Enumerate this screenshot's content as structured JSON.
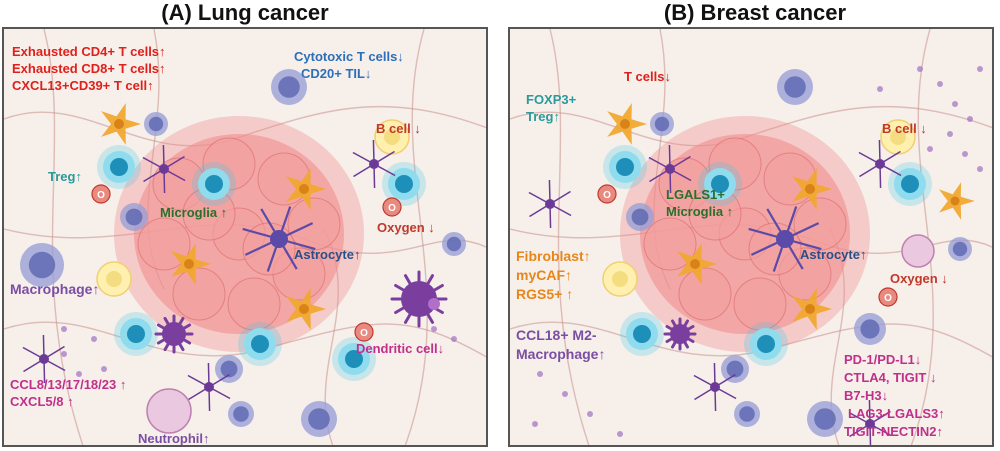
{
  "panels": {
    "lung": {
      "title": "(A) Lung cancer",
      "labels": {
        "exhausted": [
          "Exhausted CD4+ T cells↑",
          "Exhausted CD8+ T cells↑",
          "CXCL13+CD39+ T cell↑"
        ],
        "cytotoxic": [
          "Cytotoxic T cells↓",
          "CD20+ TIL↓"
        ],
        "b_cell": "B cell ↓",
        "treg": "Treg↑",
        "microglia": "Microglia ↑",
        "astrocyte": "Astrocyte↑",
        "oxygen": "Oxygen ↓",
        "macrophage": "Macrophage↑",
        "dendritic": "Dendritic cell↓",
        "chemokines": [
          "CCL8/13/17/18/23 ↑",
          "CXCL5/8 ↑"
        ],
        "neutrophil": "Neutrophil↑",
        "o_symbol": "O"
      }
    },
    "breast": {
      "title": "(B) Breast cancer",
      "labels": {
        "t_cells": "T cells↓",
        "foxp3": [
          "FOXP3+",
          "Treg↑"
        ],
        "b_cell": "B cell ↓",
        "lgals1": [
          "LGALS1+",
          "Microglia ↑"
        ],
        "fibroblast": [
          "Fibroblast↑",
          "myCAF↑",
          "RGS5+ ↑"
        ],
        "astrocyte": "Astrocyte↑",
        "oxygen": "Oxygen ↓",
        "ccl18": [
          "CCL18+ M2-",
          "Macrophage↑"
        ],
        "checkpoints": [
          "PD-1/PD-L1↓",
          "CTLA4, TIGIT ↓",
          "B7-H3↓",
          "LAG3-LGALS3↑",
          "TIGIT-NECTIN2↑"
        ],
        "o_symbol": "O"
      }
    }
  },
  "colors": {
    "tumor": "#f08a8a",
    "astrocyte": "#5b4aa8",
    "microglia": "#f0a830",
    "t_cell_glow": "#40c8e8",
    "b_cell": "#fff0b0",
    "oxygen": "#e98a80",
    "macrophage": "#8a88cc",
    "dendritic": "#7a3f9e"
  }
}
